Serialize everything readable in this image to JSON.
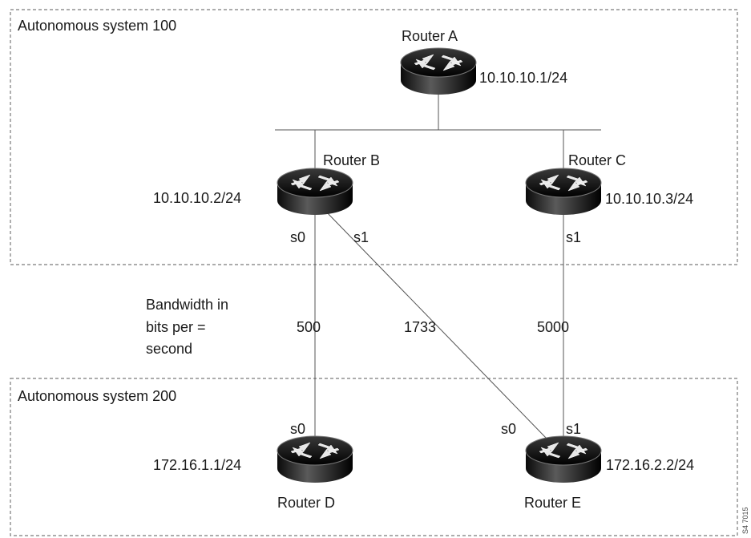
{
  "autonomous_systems": [
    {
      "label": "Autonomous system 100"
    },
    {
      "label": "Autonomous system 200"
    }
  ],
  "routers": {
    "a": {
      "name": "Router A",
      "address": "10.10.10.1/24"
    },
    "b": {
      "name": "Router B",
      "address": "10.10.10.2/24"
    },
    "c": {
      "name": "Router C",
      "address": "10.10.10.3/24"
    },
    "d": {
      "name": "Router D",
      "address": "172.16.1.1/24"
    },
    "e": {
      "name": "Router E",
      "address": "172.16.2.2/24"
    }
  },
  "interfaces": {
    "b_s0": "s0",
    "b_s1": "s1",
    "c_s1": "s1",
    "d_s0": "s0",
    "e_s0": "s0",
    "e_s1": "s1"
  },
  "links": {
    "b_d": "500",
    "b_e": "1733",
    "c_e": "5000"
  },
  "bandwidth_note": [
    "Bandwidth in",
    "bits per =",
    "second"
  ],
  "figure_id": "S4 7015"
}
